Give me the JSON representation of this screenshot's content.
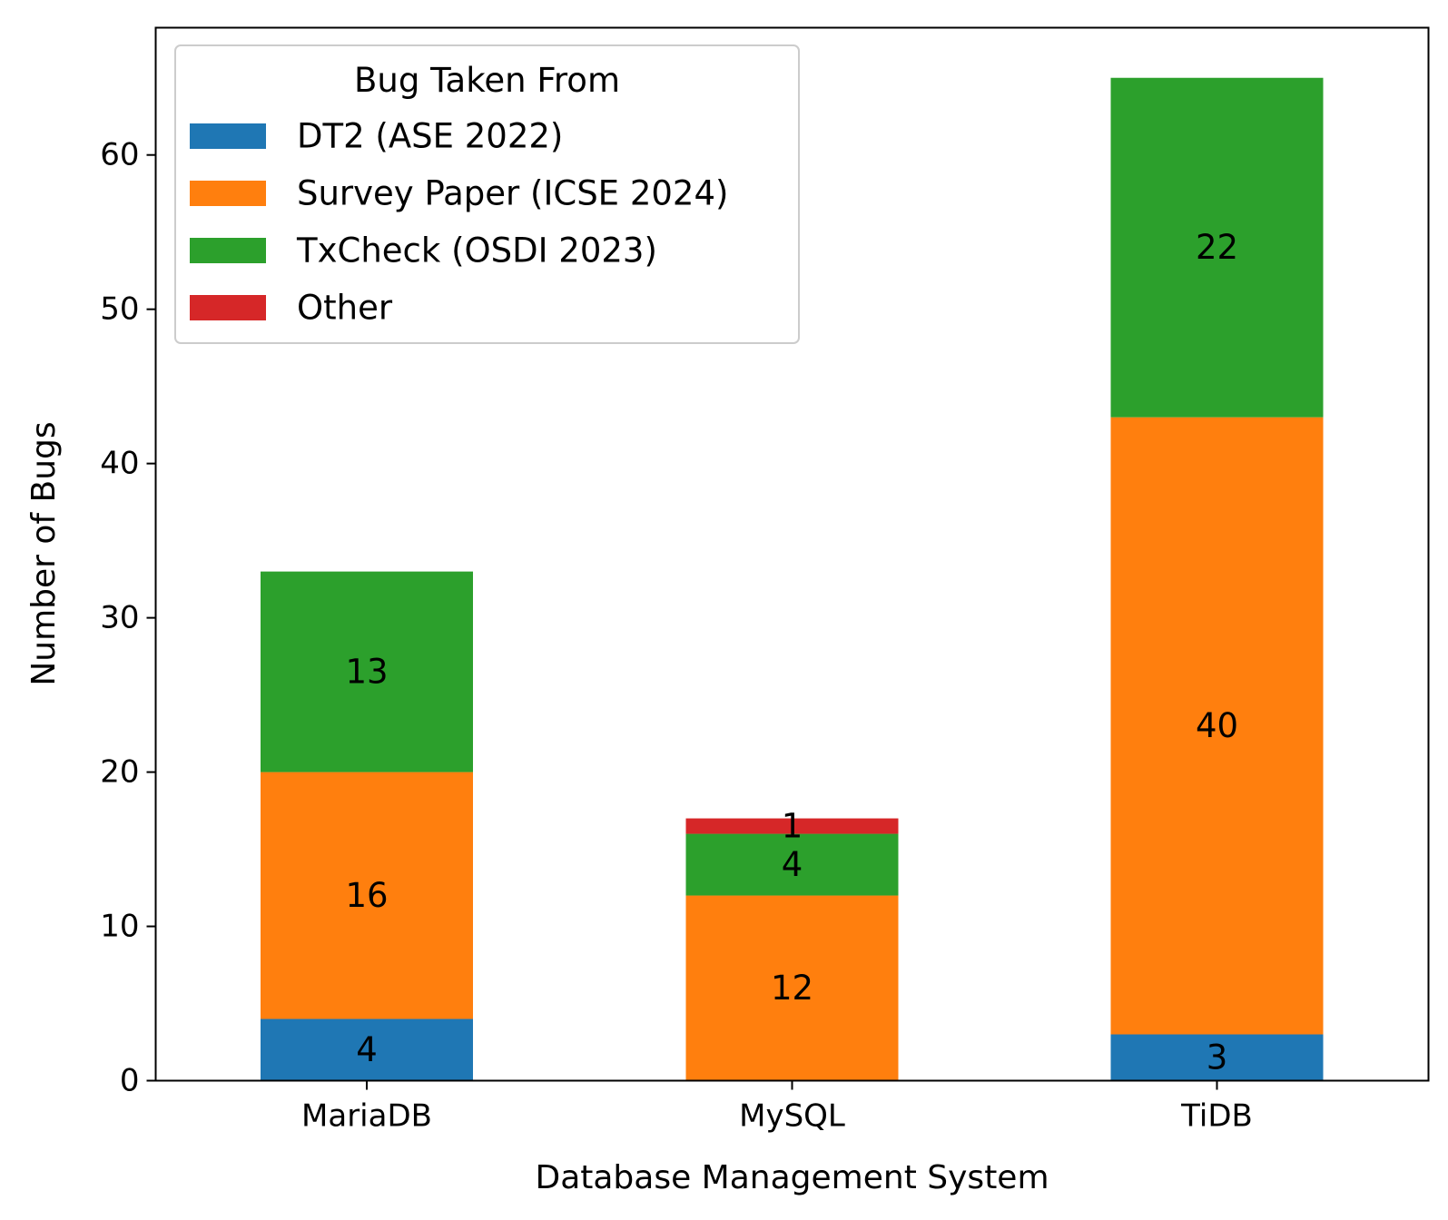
{
  "chart_data": {
    "type": "bar",
    "stacked": true,
    "categories": [
      "MariaDB",
      "MySQL",
      "TiDB"
    ],
    "series": [
      {
        "name": "DT2 (ASE 2022)",
        "values": [
          4,
          0,
          3
        ],
        "color": "#1f77b4"
      },
      {
        "name": "Survey Paper (ICSE 2024)",
        "values": [
          16,
          12,
          40
        ],
        "color": "#ff7f0e"
      },
      {
        "name": "TxCheck (OSDI 2023)",
        "values": [
          13,
          4,
          22
        ],
        "color": "#2ca02c"
      },
      {
        "name": "Other",
        "values": [
          0,
          1,
          0
        ],
        "color": "#d62728"
      }
    ],
    "xlabel": "Database Management System",
    "ylabel": "Number of Bugs",
    "ylim": [
      0,
      68.25
    ],
    "yticks": [
      0,
      10,
      20,
      30,
      40,
      50,
      60
    ],
    "legend": {
      "title": "Bug Taken From",
      "placement": "upper-left"
    },
    "grid": false
  }
}
